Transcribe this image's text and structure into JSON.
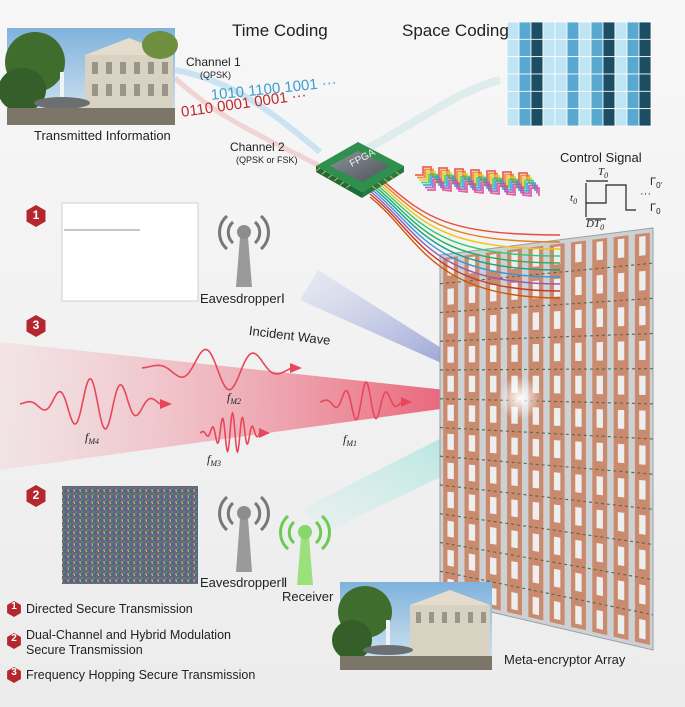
{
  "headings": {
    "time_coding": "Time Coding",
    "space_coding": "Space Coding"
  },
  "image_caption": "Transmitted Information",
  "channel1": {
    "name": "Channel 1",
    "mod": "(QPSK)",
    "bits": "1010 1100 1001 ···"
  },
  "channel2": {
    "name": "Channel 2",
    "mod": "(QPSK or FSK)",
    "bits": "0110 0001 0001 ···"
  },
  "chip_label": "FPGA",
  "control": {
    "label": "Control Signal",
    "t0_top": "T",
    "t0_top_sub": "0",
    "t0_left": "t",
    "t0_left_sub": "0",
    "dt": "DT",
    "dt_sub": "0",
    "g_top": "Γ",
    "g_top_sub": "0'",
    "g_bot": "Γ",
    "g_bot_sub": "0",
    "dots": "···"
  },
  "eavesdropper1": "EavesdropperⅠ",
  "eavesdropper2": "EavesdropperⅡ",
  "receiver": "Receiver",
  "incident_wave": "Incident Wave",
  "freqs": [
    {
      "f": "f",
      "sub": "M4"
    },
    {
      "f": "f",
      "sub": "M2"
    },
    {
      "f": "f",
      "sub": "M3"
    },
    {
      "f": "f",
      "sub": "M1"
    }
  ],
  "array_label": "Meta-encryptor Array",
  "markers": [
    "1",
    "3",
    "2"
  ],
  "legend": [
    {
      "num": "1",
      "line1": "Directed Secure Transmission",
      "line2": ""
    },
    {
      "num": "2",
      "line1": "Dual-Channel and Hybrid Modulation",
      "line2": "Secure Transmission"
    },
    {
      "num": "3",
      "line1": "Frequency Hopping Secure Transmission",
      "line2": ""
    }
  ],
  "colors": {
    "marker": "#b5272f",
    "ch1": "#3f9fcf",
    "ch2": "#c22a2a",
    "wave": "#e8475a",
    "copper": "#c98a6e",
    "grid_dark": "#1b4d63",
    "grid_mid": "#58a8cf",
    "grid_light": "#bfe4f4"
  },
  "icons": [
    "building-photo",
    "fpga-chip-icon",
    "antenna-icon",
    "noise-image"
  ],
  "space_coding_pattern": [
    0,
    1,
    2,
    0,
    0,
    1,
    0,
    1,
    2,
    0,
    1,
    2
  ]
}
